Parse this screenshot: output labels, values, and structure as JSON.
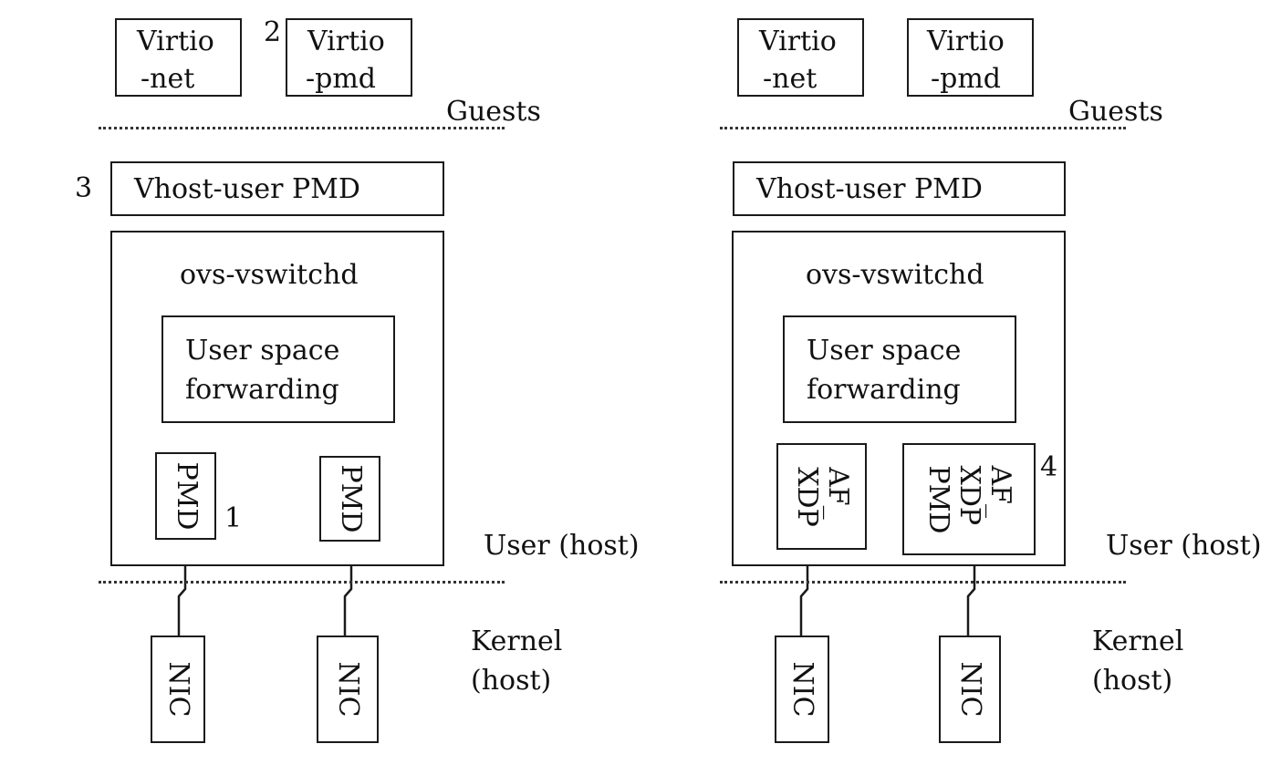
{
  "left": {
    "guests": [
      {
        "line1": "Virtio",
        "line2": "-net"
      },
      {
        "line1": "Virtio",
        "line2": "-pmd"
      }
    ],
    "guests_marker": "2",
    "guests_label": "Guests",
    "vhost_label": "Vhost-user PMD",
    "vhost_marker": "3",
    "vswitchd_label": "ovs-vswitchd",
    "forwarding_line1": "User space",
    "forwarding_line2": "forwarding",
    "ports": [
      {
        "label": "PMD"
      },
      {
        "label": "PMD"
      }
    ],
    "port_marker": "1",
    "user_label": "User (host)",
    "kernel_line1": "Kernel",
    "kernel_line2": "(host)",
    "nics": [
      {
        "label": "NIC"
      },
      {
        "label": "NIC"
      }
    ]
  },
  "right": {
    "guests": [
      {
        "line1": "Virtio",
        "line2": "-net"
      },
      {
        "line1": "Virtio",
        "line2": "-pmd"
      }
    ],
    "guests_label": "Guests",
    "vhost_label": "Vhost-user PMD",
    "vswitchd_label": "ovs-vswitchd",
    "forwarding_line1": "User space",
    "forwarding_line2": "forwarding",
    "ports": [
      {
        "label": "AF_\nXDP"
      },
      {
        "label": "AF_\nXDP\nPMD"
      }
    ],
    "port_marker": "4",
    "user_label": "User (host)",
    "kernel_line1": "Kernel",
    "kernel_line2": "(host)",
    "nics": [
      {
        "label": "NIC"
      },
      {
        "label": "NIC"
      }
    ]
  }
}
